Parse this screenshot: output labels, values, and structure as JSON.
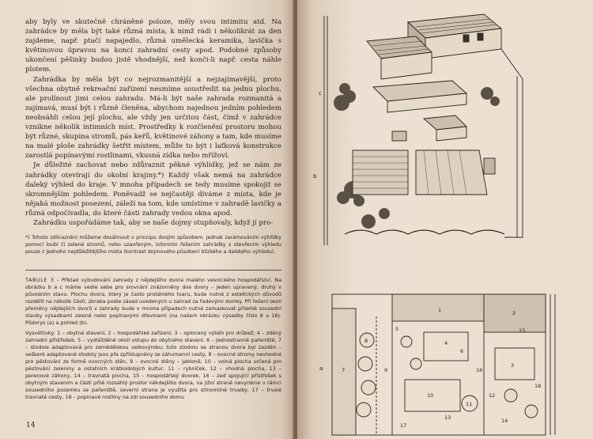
{
  "left_page": {
    "paragraphs": [
      "aby byly ve skutečně chráněné poloze, měly svou intimitu atd. Na zahrádce by měla být také různá místa, k nimž rádi i několikrát za den zajdeme, např. ptačí napajedlo, různá umělecká keramika, lavička s květinovou úpravou na konci zahradní cesty apod. Podobné způsoby ukončení pěšinky budou jistě vhodnější, než konči-li např. cesta náhle plotem.",
      "Zahrádka by měla být co nejrozmanitější a nejzajímavější, proto všechna obytně rekreační zařízení nesmíme soustředit na jednu plochu, ale prolínout jimi celou zahradu. Má-li být naše zahrada rozmanitá a zajímavá, musí být i různě členěna, abychom najednou jedním pohledem neobsáhli celou její plochu, ale vždy jen určitou část, čímž v zahrádce vznikne několik intimních míst. Prostředky k rozčlenění prostoru mohou být různé, skupina stromů, pás keřů, květinové záhony a tam, kde musíme na malé ploše zahrádky šetřit místem, může to být i laťková konstrukce zarostlá popínavými rostlinami, vkusná zídka nebo mřížoví.",
      "Je důležité zachovat nebo zdůraznit pěkné výhlídky, jež se nám ze zahrádky otevírají do okolní krajiny.*) Každý však nemá na zahrádce daleký výhled do kraje. V mnoha případech se tedy musíme spokojit se skromnějším pohledem. Poněvadž se nejčastěji díváme z místa, kde je nějaká možnost posezení, záleží na tom, kde umístíme v zahradě lavičky a různá odpočívadla, do které části zahrady vedou okna apod.",
      "Zahrádku uspořádáme tak, aby se naše dojmy stupňovaly, když jí pro-"
    ],
    "footnote": "*) Tohoto zdůraznění můžeme dosáhnout v principu dvojím způsobem. Jednak zarámováním výhlídky pomocí loubí či zelené stromů, nebo uzavřeným, intimním řešením zahrádky s otevřením výhledu pouze z jednoho nejdůležitějšího místa (kontrast dojmového působení blízkého a dalekého výhledu).",
    "caption_heading": "TABULE 3",
    "caption_body": "– Příklad vybudování zahrady z nějdejšího dvora malého vesnického hospodářství. Na obrázku b a c máme vedle sebe pro srovnání znázorněny dva dvory – jeden upravený, druhý v původním stavu. Plochu dvora, který je často protáhlého tvaru, bude nutné z estetických důvodů rozdělit na několik částí, zbraba podle zásad uvedených u zahrad za řadovými domky. Při řešení okolí přeměny nějdejších dvorů v zahrady bude v mnoha případech nutné zamaskovat přilehlé sousední stavby výsadbami zelené nebo popínavými dřevinami (na našem obrázku výsadby číslo 8 a 18). Půdorys (a) a pohled (b).",
    "legend": "Vysvětlivky: 1 – obytné stavení, 2 – hospodářské zařízení, 3 – oplocený výběh pro drůbež, 4 – zděný zahradní přístřešek, 5 – vydlážděné okolí vstupu do obytného stavení, 6 – jednostranně pařeniště, 7 – stodola adaptovaná pro zemědělskou velkovýrobu; tuto stodolu se stranou dvora byl zazděn – veškeré adaptované stodoly jsou pře zpřístupněny ze záhumenní cesty, 8 – ovocné stromy nevhodné pro pěstování ze formě ovocných stěn, 9 – ovocné stěny – jabloně, 10 – volná plocha určená pro pěstování zeleniny a ostatních krátkodobých kultur, 11 – rybníček, 12 – vhodná plocha, 13 – perenové záhony, 14 – travnatá plocha, 15 – hospodářský dvorek, 16 – zeď spojující přístřešek s obytným stavením a částí přilé rozsáhlý prostor někdejšího dvora, na jižní straně nevynikne v rámci sousedního pozemku se pařeniště, severní strana je využita pro stínomilné trvalky, 17 – trvalé travnaté cesty, 18 – popínavé rostliny na zdi sousedního domu",
    "page_number": "14"
  },
  "right_page": {
    "drawing_labels": {
      "c": "c",
      "b": "b",
      "a": "a"
    },
    "plan_numbers": [
      "1",
      "2",
      "3",
      "4",
      "5",
      "6",
      "7",
      "8",
      "9",
      "10",
      "11",
      "12",
      "13",
      "14",
      "15",
      "16",
      "17",
      "18"
    ]
  },
  "colors": {
    "paper": "#ecdfd0",
    "ink": "#2a2420",
    "binding": "#5a4438"
  }
}
